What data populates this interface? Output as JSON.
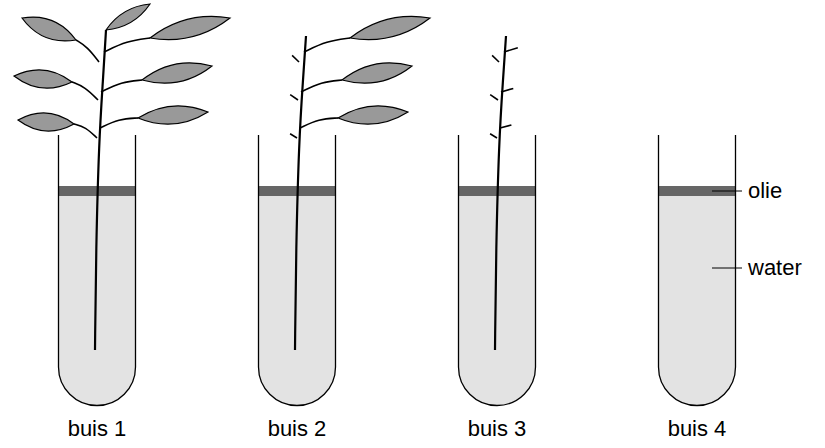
{
  "diagram": {
    "labels": [
      "buis 1",
      "buis 2",
      "buis 3",
      "buis 4",
      "olie",
      "water"
    ]
  }
}
